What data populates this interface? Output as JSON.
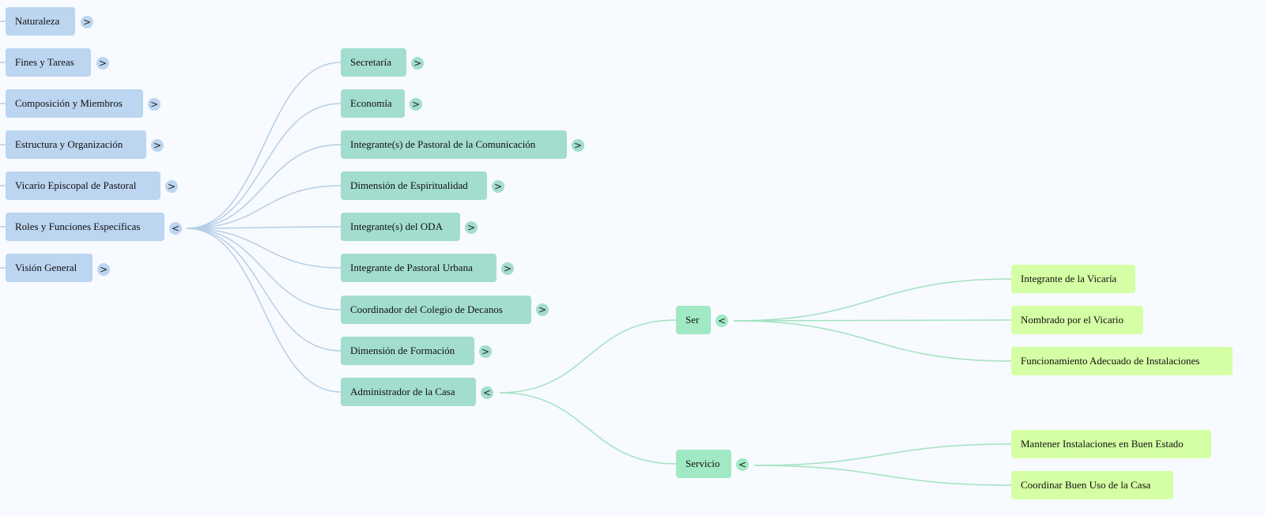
{
  "root_nodes": [
    {
      "id": "naturaleza",
      "label": "Naturaleza",
      "toggle": ">"
    },
    {
      "id": "fines",
      "label": "Fines y Tareas",
      "toggle": ">"
    },
    {
      "id": "composicion",
      "label": "Composición y Miembros",
      "toggle": ">"
    },
    {
      "id": "estructura",
      "label": "Estructura y Organización",
      "toggle": ">"
    },
    {
      "id": "vicario",
      "label": "Vicario Episcopal de Pastoral",
      "toggle": ">"
    },
    {
      "id": "roles",
      "label": "Roles y Funciones Específicas",
      "toggle": "<"
    },
    {
      "id": "vision",
      "label": "Visión General",
      "toggle": ">"
    }
  ],
  "roles_children": [
    {
      "id": "secretaria",
      "label": "Secretaría",
      "toggle": ">"
    },
    {
      "id": "economia",
      "label": "Economía",
      "toggle": ">"
    },
    {
      "id": "comunicacion",
      "label": "Integrante(s) de Pastoral de la Comunicación",
      "toggle": ">"
    },
    {
      "id": "espiritualidad",
      "label": "Dimensión de Espiritualidad",
      "toggle": ">"
    },
    {
      "id": "oda",
      "label": "Integrante(s) del ODA",
      "toggle": ">"
    },
    {
      "id": "urbana",
      "label": "Integrante de Pastoral Urbana",
      "toggle": ">"
    },
    {
      "id": "decanos",
      "label": "Coordinador del Colegio de Decanos",
      "toggle": ">"
    },
    {
      "id": "formacion",
      "label": "Dimensión de Formación",
      "toggle": ">"
    },
    {
      "id": "administrador",
      "label": "Administrador de la Casa",
      "toggle": "<"
    }
  ],
  "administrador_children": [
    {
      "id": "ser",
      "label": "Ser",
      "toggle": "<"
    },
    {
      "id": "servicio",
      "label": "Servicio",
      "toggle": "<"
    }
  ],
  "ser_children": [
    {
      "id": "vicaria",
      "label": "Integrante de la Vicaría"
    },
    {
      "id": "nombrado",
      "label": "Nombrado por el Vicario"
    },
    {
      "id": "funcionamiento",
      "label": "Funcionamiento Adecuado de Instalaciones"
    }
  ],
  "servicio_children": [
    {
      "id": "mantener",
      "label": "Mantener Instalaciones en Buen Estado"
    },
    {
      "id": "coordinar",
      "label": "Coordinar Buen Uso de la Casa"
    }
  ],
  "colors": {
    "level1": "#bcd5f0",
    "level2": "#a2ddd0",
    "level3": "#a0e9c4",
    "level4": "#d5ffa4",
    "link_blue": "#b6cfe6",
    "link_green": "#a4e2c2"
  }
}
